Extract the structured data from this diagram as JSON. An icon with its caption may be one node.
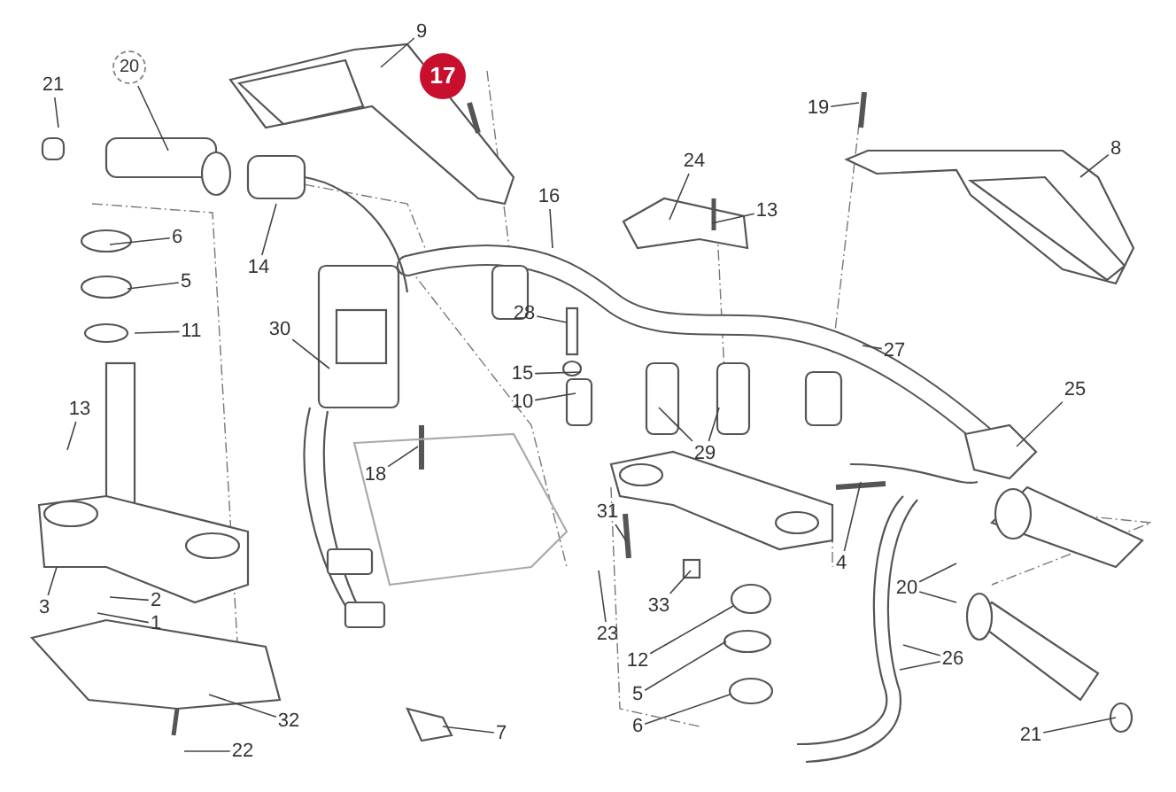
{
  "diagram": {
    "nodes": [
      {
        "text": [
          "9"
        ]
      },
      {
        "text": [
          "17"
        ]
      },
      {
        "text": [
          "21"
        ]
      },
      {
        "text": [
          "20"
        ]
      },
      {
        "text": [
          "19"
        ]
      },
      {
        "text": [
          "8"
        ]
      },
      {
        "text": [
          "6"
        ]
      },
      {
        "text": [
          "14"
        ]
      },
      {
        "text": [
          "16"
        ]
      },
      {
        "text": [
          "24"
        ]
      },
      {
        "text": [
          "13"
        ]
      },
      {
        "text": [
          "5"
        ]
      },
      {
        "text": [
          "11"
        ]
      },
      {
        "text": [
          "30"
        ]
      },
      {
        "text": [
          "28"
        ]
      },
      {
        "text": [
          "27"
        ]
      },
      {
        "text": [
          "15"
        ]
      },
      {
        "text": [
          "25"
        ]
      },
      {
        "text": [
          "10"
        ]
      },
      {
        "text": [
          "13"
        ]
      },
      {
        "text": [
          "18"
        ]
      },
      {
        "text": [
          "29"
        ]
      },
      {
        "text": [
          "31"
        ]
      },
      {
        "text": [
          "4"
        ]
      },
      {
        "text": [
          "20"
        ]
      },
      {
        "text": [
          "3"
        ]
      },
      {
        "text": [
          "2"
        ]
      },
      {
        "text": [
          "1"
        ]
      },
      {
        "text": [
          "33"
        ]
      },
      {
        "text": [
          "23"
        ]
      },
      {
        "text": [
          "12"
        ]
      },
      {
        "text": [
          "26"
        ]
      },
      {
        "text": [
          "5"
        ]
      },
      {
        "text": [
          "6"
        ]
      },
      {
        "text": [
          "32"
        ]
      },
      {
        "text": [
          "7"
        ]
      },
      {
        "text": [
          "22"
        ]
      },
      {
        "text": [
          "21"
        ]
      }
    ],
    "edges": [
      {
        "from": 0,
        "to": null,
        "arrow": "none"
      },
      {
        "from": 2,
        "to": null,
        "arrow": "none"
      },
      {
        "from": 3,
        "to": null,
        "arrow": "none"
      },
      {
        "from": 4,
        "to": null,
        "arrow": "none"
      },
      {
        "from": 5,
        "to": null,
        "arrow": "none"
      },
      {
        "from": 6,
        "to": null,
        "arrow": "none"
      },
      {
        "from": 7,
        "to": null,
        "arrow": "none"
      },
      {
        "from": 8,
        "to": null,
        "arrow": "none"
      },
      {
        "from": 9,
        "to": null,
        "arrow": "none"
      },
      {
        "from": 10,
        "to": null,
        "arrow": "none"
      },
      {
        "from": 11,
        "to": null,
        "arrow": "none"
      },
      {
        "from": 12,
        "to": null,
        "arrow": "none"
      },
      {
        "from": 13,
        "to": null,
        "arrow": "none"
      },
      {
        "from": 14,
        "to": null,
        "arrow": "none"
      },
      {
        "from": 15,
        "to": null,
        "arrow": "none"
      },
      {
        "from": 16,
        "to": null,
        "arrow": "none"
      },
      {
        "from": 17,
        "to": null,
        "arrow": "none"
      },
      {
        "from": 18,
        "to": null,
        "arrow": "none"
      },
      {
        "from": 19,
        "to": null,
        "arrow": "none"
      },
      {
        "from": 20,
        "to": null,
        "arrow": "none"
      },
      {
        "from": 21,
        "to": null,
        "arrow": "none"
      },
      {
        "from": 21,
        "to": null,
        "arrow": "none"
      },
      {
        "from": 22,
        "to": null,
        "arrow": "none"
      },
      {
        "from": 23,
        "to": null,
        "arrow": "none"
      },
      {
        "from": 24,
        "to": null,
        "arrow": "none"
      },
      {
        "from": 24,
        "to": null,
        "arrow": "none"
      },
      {
        "from": 25,
        "to": null,
        "arrow": "none"
      },
      {
        "from": 26,
        "to": null,
        "arrow": "none"
      },
      {
        "from": 27,
        "to": null,
        "arrow": "none"
      },
      {
        "from": 28,
        "to": null,
        "arrow": "none"
      },
      {
        "from": 29,
        "to": null,
        "arrow": "none"
      },
      {
        "from": 30,
        "to": null,
        "arrow": "none"
      },
      {
        "from": 31,
        "to": null,
        "arrow": "none"
      },
      {
        "from": 31,
        "to": null,
        "arrow": "none"
      },
      {
        "from": 32,
        "to": null,
        "arrow": "none"
      },
      {
        "from": 33,
        "to": null,
        "arrow": "none"
      },
      {
        "from": 34,
        "to": null,
        "arrow": "none"
      },
      {
        "from": 35,
        "to": null,
        "arrow": "none"
      },
      {
        "from": 36,
        "to": null,
        "arrow": "none"
      },
      {
        "from": 37,
        "to": null,
        "arrow": "none"
      }
    ]
  }
}
